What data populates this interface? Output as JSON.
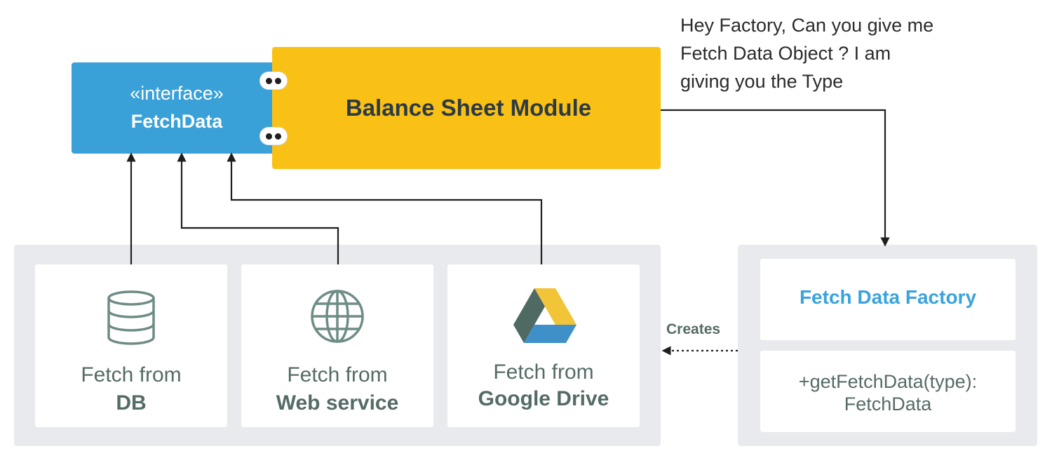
{
  "interface": {
    "stereotype": "«interface»",
    "name": "FetchData"
  },
  "module": {
    "title": "Balance Sheet Module"
  },
  "note": {
    "lines": [
      "Hey Factory, Can you give me",
      "Fetch Data Object ? I am",
      "giving you the Type"
    ]
  },
  "sources": [
    {
      "line1": "Fetch from",
      "line2": "DB",
      "icon": "database-icon"
    },
    {
      "line1": "Fetch from",
      "line2": "Web service",
      "icon": "globe-icon"
    },
    {
      "line1": "Fetch from",
      "line2": "Google Drive",
      "icon": "google-drive-icon"
    }
  ],
  "factory": {
    "title": "Fetch Data Factory",
    "method_line1": "+getFetchData(type):",
    "method_line2": "FetchData"
  },
  "creates_label": "Creates",
  "colors": {
    "interface": "#39a0d8",
    "module": "#f9c015",
    "panel": "#e9eaed",
    "factory_title": "#3aa3dd",
    "text_muted": "#556b66"
  }
}
